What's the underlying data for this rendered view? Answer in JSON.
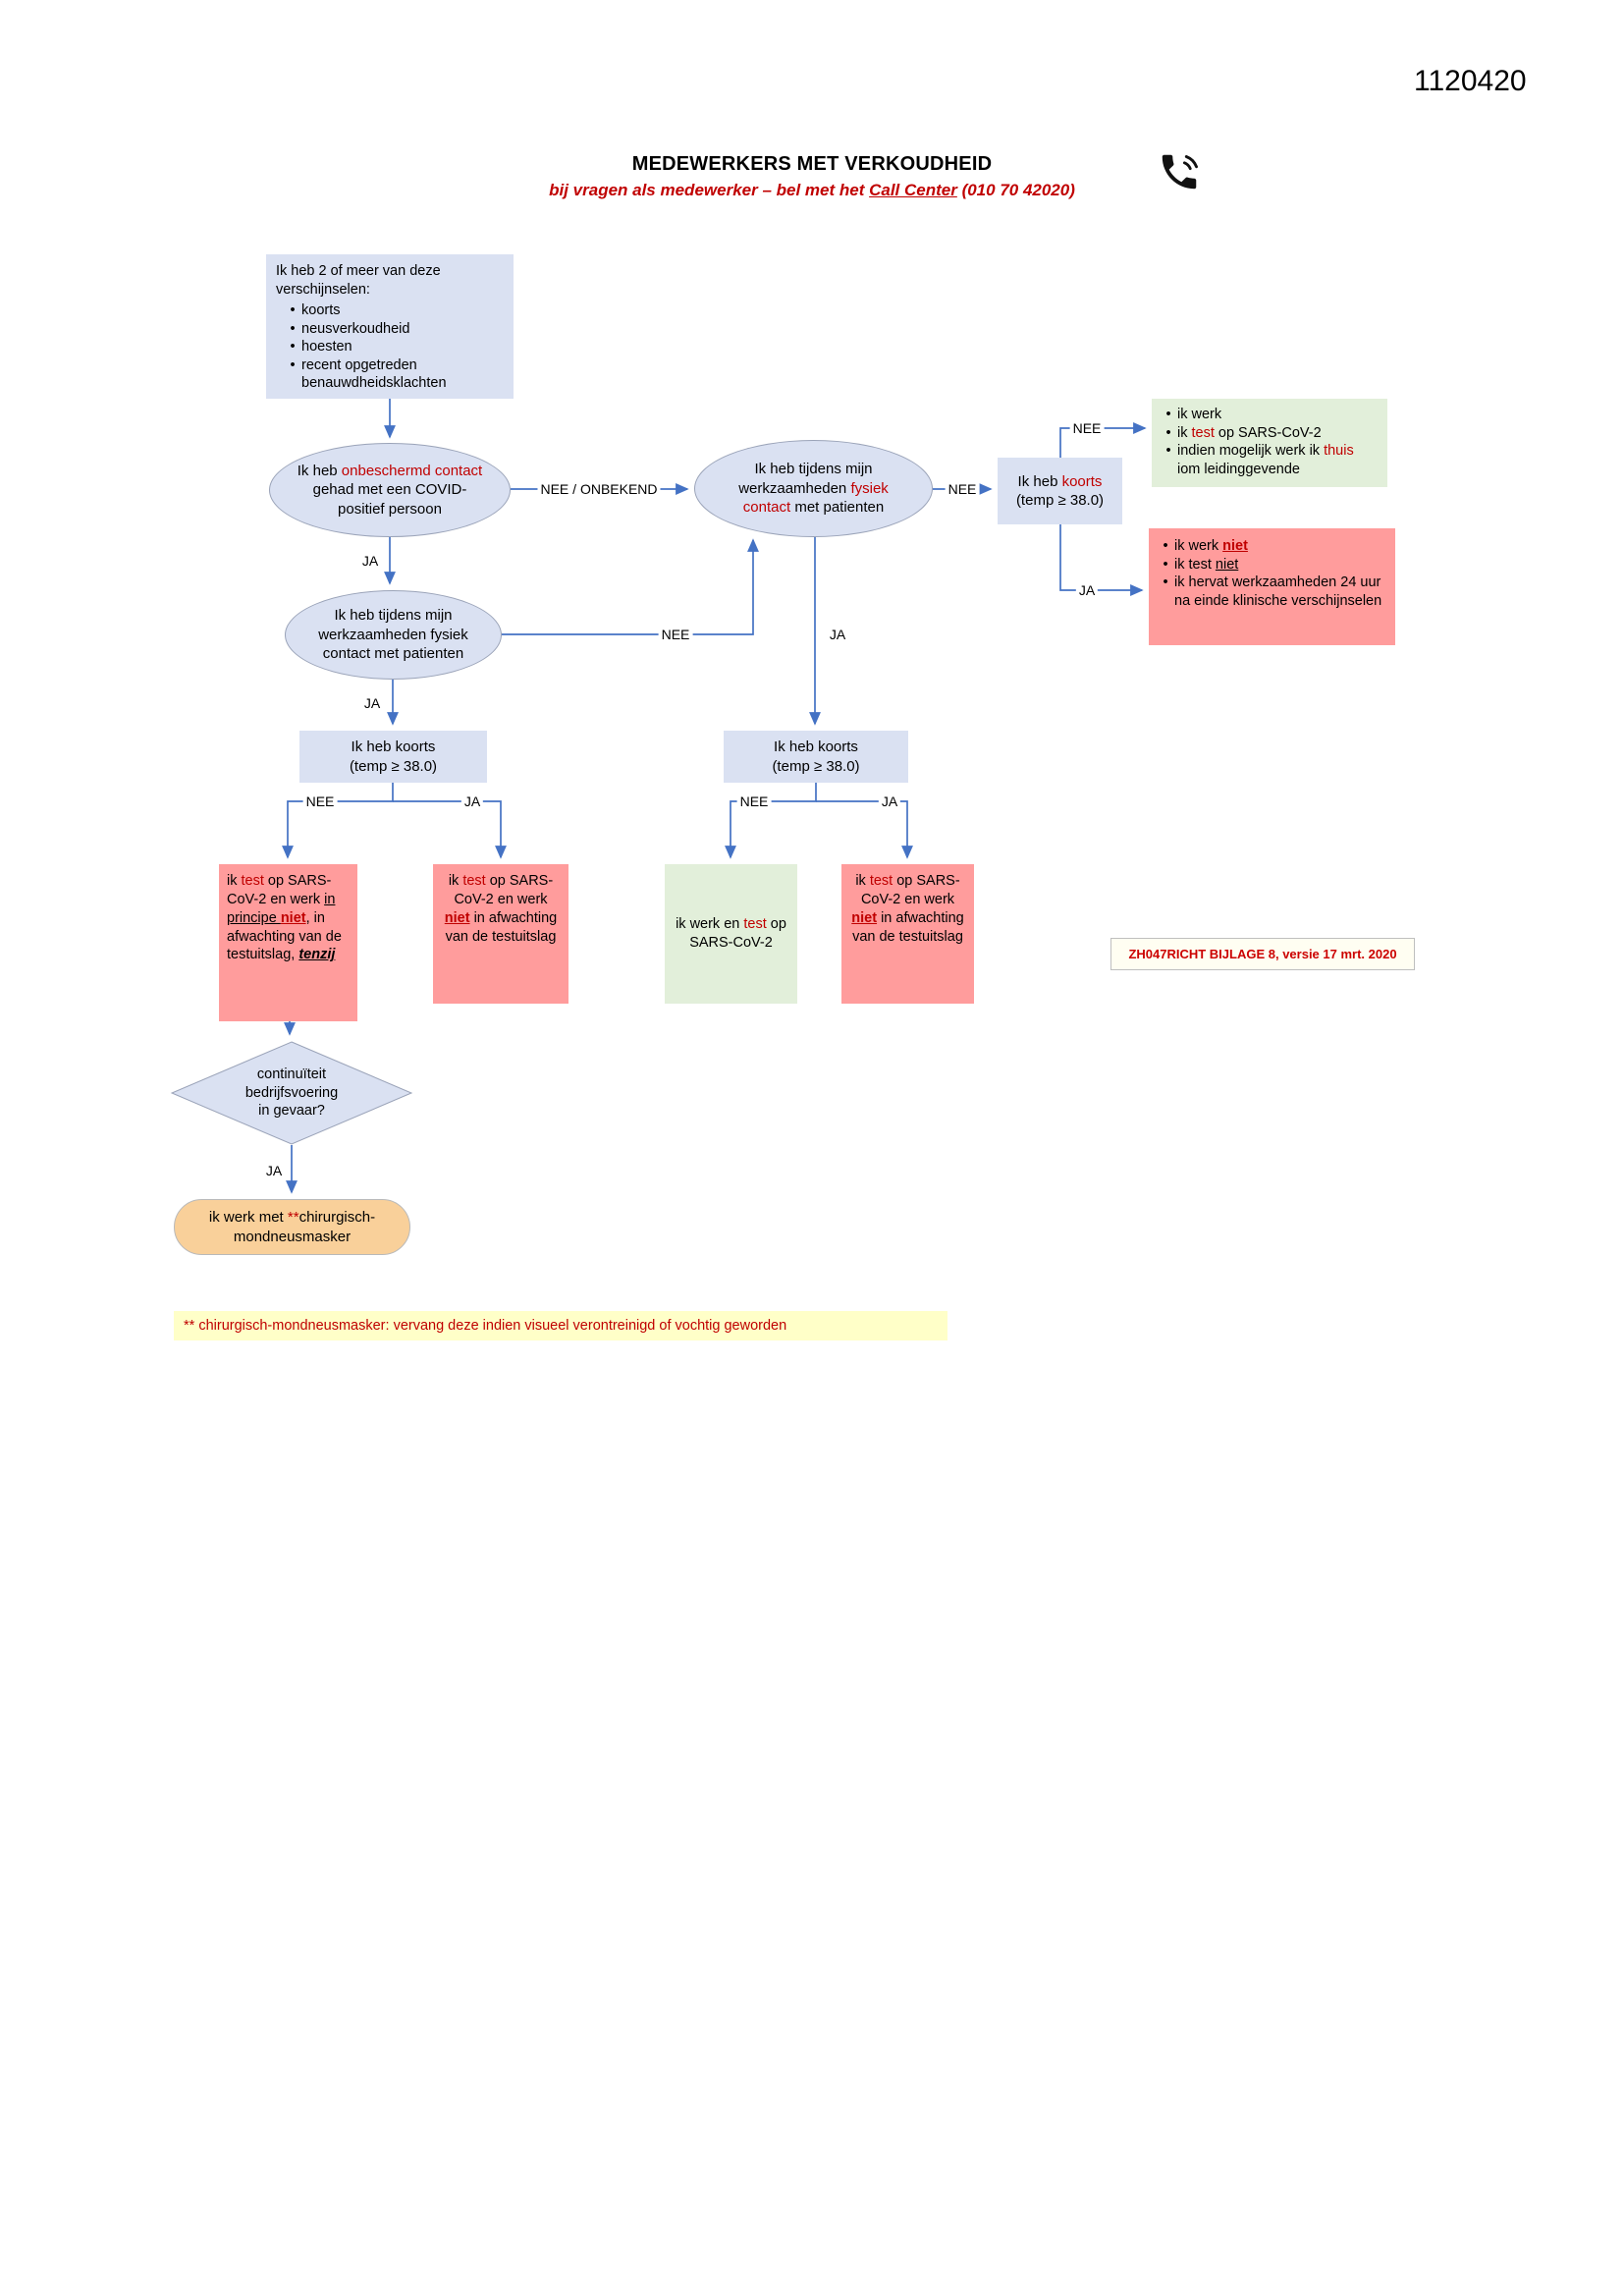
{
  "page": {
    "doc_number": "1120420",
    "title": "MEDEWERKERS MET VERKOUDHEID",
    "subtitle": [
      {
        "t": "bij vragen als medewerker – bel met het "
      },
      {
        "t": "Call Center",
        "cls": "underline"
      },
      {
        "t": " (010 70 42020)"
      }
    ],
    "version_label": "ZH047RICHT BIJLAGE 8, versie 17 mrt. 2020",
    "footnote": [
      {
        "t": "** "
      },
      {
        "t": "chirurgisch-mondneusmasker: vervang deze indien visueel verontreinigd of vochtig geworden"
      }
    ],
    "phone_icon": "phone-icon"
  },
  "labels": {
    "ja": "JA",
    "nee": "NEE",
    "nee_onbekend": "NEE / ONBEKEND"
  },
  "nodes": {
    "symptoms": {
      "intro": "Ik heb 2 of meer van deze verschijnselen:",
      "bullets": [
        [
          {
            "t": "koorts"
          }
        ],
        [
          {
            "t": "neusverkoudheid"
          }
        ],
        [
          {
            "t": "hoesten"
          }
        ],
        [
          {
            "t": "recent opgetreden benauwdheidsklachten"
          }
        ]
      ]
    },
    "unprotected_contact": [
      {
        "t": "Ik heb "
      },
      {
        "t": "onbeschermd contact",
        "cls": "red"
      },
      {
        "t": " gehad met een COVID-positief persoon"
      }
    ],
    "patient_contact_top": [
      {
        "t": "Ik heb tijdens mijn werkzaamheden "
      },
      {
        "t": "fysiek contact",
        "cls": "red"
      },
      {
        "t": " met patienten"
      }
    ],
    "patient_contact_left": [
      {
        "t": "Ik heb tijdens mijn werkzaamheden fysiek contact met patienten"
      }
    ],
    "fever_right": [
      {
        "t": "Ik heb "
      },
      {
        "t": "koorts",
        "cls": "red"
      },
      {
        "t": "\n(temp ≥ 38.0)"
      }
    ],
    "fever_left": [
      {
        "t": "Ik heb koorts\n(temp ≥ 38.0)"
      }
    ],
    "fever_middle": [
      {
        "t": "Ik heb koorts\n(temp ≥ 38.0)"
      }
    ],
    "outcome_work": {
      "bullets": [
        [
          {
            "t": "ik werk"
          }
        ],
        [
          {
            "t": "ik "
          },
          {
            "t": "test",
            "cls": "red"
          },
          {
            "t": " op SARS-CoV-2"
          }
        ],
        [
          {
            "t": "indien mogelijk werk ik "
          },
          {
            "t": "thuis",
            "cls": "red"
          },
          {
            "t": " iom leidinggevende"
          }
        ]
      ]
    },
    "outcome_no_work": {
      "bullets": [
        [
          {
            "t": "ik werk "
          },
          {
            "t": "niet",
            "cls": "red bold underline"
          }
        ],
        [
          {
            "t": "ik test "
          },
          {
            "t": "niet",
            "cls": "underline"
          }
        ],
        [
          {
            "t": "ik hervat werkzaamheden 24 uur na einde klinische verschijnselen"
          }
        ]
      ]
    },
    "outcome_test_principle": [
      {
        "t": "ik "
      },
      {
        "t": "test",
        "cls": "red"
      },
      {
        "t": " op SARS-CoV-2 en werk "
      },
      {
        "t": "in principe ",
        "cls": "underline"
      },
      {
        "t": "niet",
        "cls": "red bold underline"
      },
      {
        "t": ", in afwachting van de testuitslag, "
      },
      {
        "t": "tenzij",
        "cls": "bold italic underline"
      }
    ],
    "outcome_test_wait_left": [
      {
        "t": "ik "
      },
      {
        "t": "test",
        "cls": "red"
      },
      {
        "t": " op SARS-CoV-2 en werk "
      },
      {
        "t": "niet",
        "cls": "red bold underline"
      },
      {
        "t": " in afwachting van de testuitslag"
      }
    ],
    "outcome_work_and_test": [
      {
        "t": "ik werk en "
      },
      {
        "t": "test",
        "cls": "red"
      },
      {
        "t": " op SARS-CoV-2"
      }
    ],
    "outcome_test_wait_mid": [
      {
        "t": "ik "
      },
      {
        "t": "test",
        "cls": "red"
      },
      {
        "t": " op SARS-CoV-2 en werk "
      },
      {
        "t": "niet",
        "cls": "red bold underline"
      },
      {
        "t": " in afwachting van de testuitslag"
      }
    ],
    "continuity": [
      {
        "t": "continuïteit\nbedrijfsvoering\nin gevaar?"
      }
    ],
    "mask": [
      {
        "t": "ik werk met "
      },
      {
        "t": "**",
        "cls": "red"
      },
      {
        "t": "chirurgisch-mondneusmasker"
      }
    ]
  }
}
